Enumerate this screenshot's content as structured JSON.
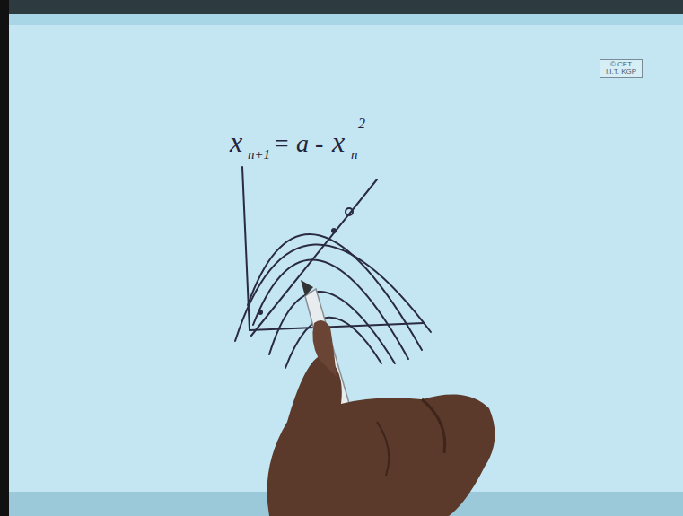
{
  "diagram": {
    "nodes": [
      {
        "text": [
          "© CET I.I.T. KGP"
        ]
      }
    ],
    "labels": [
      "x",
      "n+1",
      "= a -",
      "x",
      "n",
      "2"
    ]
  }
}
